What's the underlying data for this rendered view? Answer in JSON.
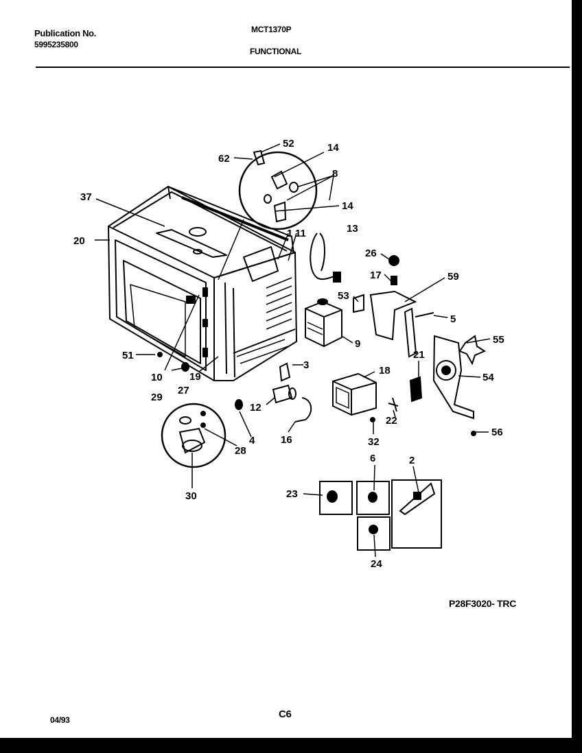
{
  "header": {
    "publication_label": "Publication No.",
    "publication_number": "5995235800",
    "model": "MCT1370P",
    "section": "FUNCTIONAL"
  },
  "diagram": {
    "part_labels": [
      "52",
      "62",
      "14",
      "8",
      "14",
      "37",
      "11",
      "1",
      "13",
      "20",
      "26",
      "17",
      "59",
      "53",
      "5",
      "9",
      "55",
      "21",
      "51",
      "3",
      "54",
      "10",
      "19",
      "18",
      "29",
      "27",
      "12",
      "22",
      "56",
      "28",
      "4",
      "16",
      "32",
      "6",
      "2",
      "23",
      "30",
      "24"
    ]
  },
  "footer": {
    "drawing_code": "P28F3020- TRC",
    "date": "04/93",
    "page": "C6"
  }
}
